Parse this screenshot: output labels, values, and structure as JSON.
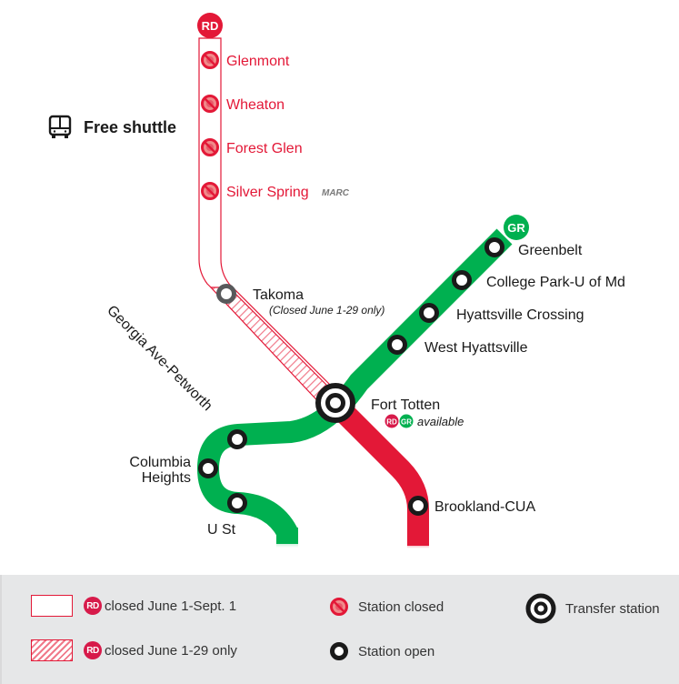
{
  "colors": {
    "red_line": "#e31837",
    "green_line": "#00b050",
    "station_ring": "#1a1a1a",
    "takoma_ring": "#58595b",
    "closed_text": "#e31837",
    "legend_bg": "#e6e7e8"
  },
  "lines": {
    "red": {
      "badge": "RD"
    },
    "green": {
      "badge": "GR"
    }
  },
  "shuttle": {
    "icon": "bus-icon",
    "label": "Free shuttle"
  },
  "stations_closed": [
    {
      "name": "Glenmont"
    },
    {
      "name": "Wheaton"
    },
    {
      "name": "Forest Glen"
    },
    {
      "name": "Silver Spring",
      "tag": "MARC"
    }
  ],
  "takoma": {
    "name": "Takoma",
    "note": "(Closed June 1-29 only)"
  },
  "fort_totten": {
    "name": "Fort Totten",
    "badges": [
      "RD",
      "GR"
    ],
    "note": "available"
  },
  "green_stations": [
    {
      "name": "Greenbelt"
    },
    {
      "name": "College Park-U of Md"
    },
    {
      "name": "Hyattsville Crossing"
    },
    {
      "name": "West Hyattsville"
    },
    {
      "name": "Georgia Ave-Petworth"
    },
    {
      "name_line1": "Columbia",
      "name_line2": "Heights"
    },
    {
      "name": "U St"
    }
  ],
  "red_stations": [
    {
      "name": "Brookland-CUA"
    }
  ],
  "legend": {
    "items": [
      {
        "badge": "RD",
        "label": "closed June 1-Sept. 1"
      },
      {
        "badge": "RD",
        "label": "closed June 1-29 only"
      },
      {
        "label": "Station closed"
      },
      {
        "label": "Station open"
      },
      {
        "label": "Transfer station"
      }
    ]
  }
}
